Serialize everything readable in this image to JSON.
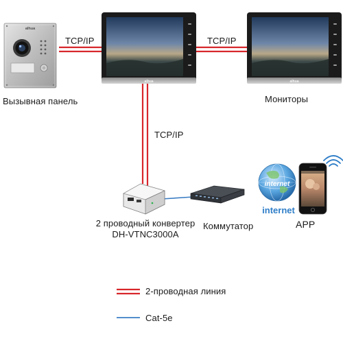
{
  "connections": {
    "panel_to_monitor": "TCP/IP",
    "monitor_to_monitor": "TCP/IP",
    "monitor_to_converter": "TCP/IP"
  },
  "devices": {
    "panel_label": "Вызывная панель",
    "panel_brand": "alhua",
    "monitor_brand": "alhua",
    "monitors_label": "Мониторы",
    "converter_label_line1": "2 проводный конвертер",
    "converter_label_line2": "DH-VTNC3000A",
    "switch_label": "Коммутатор",
    "internet_globe_text": "internet",
    "internet_label": "internet",
    "app_label": "APP"
  },
  "legend": {
    "two_wire_label": "2-проводная линия",
    "cat5e_label": "Cat-5e"
  },
  "colors": {
    "two_wire_line": "#d7262b",
    "cat5e_line": "#3a7dc4",
    "device_silver": "#c9c9c9",
    "monitor_bezel": "#1b1b1b"
  },
  "icons": [
    "door-station",
    "monitor",
    "converter-box",
    "network-switch",
    "globe",
    "smartphone",
    "wifi"
  ]
}
